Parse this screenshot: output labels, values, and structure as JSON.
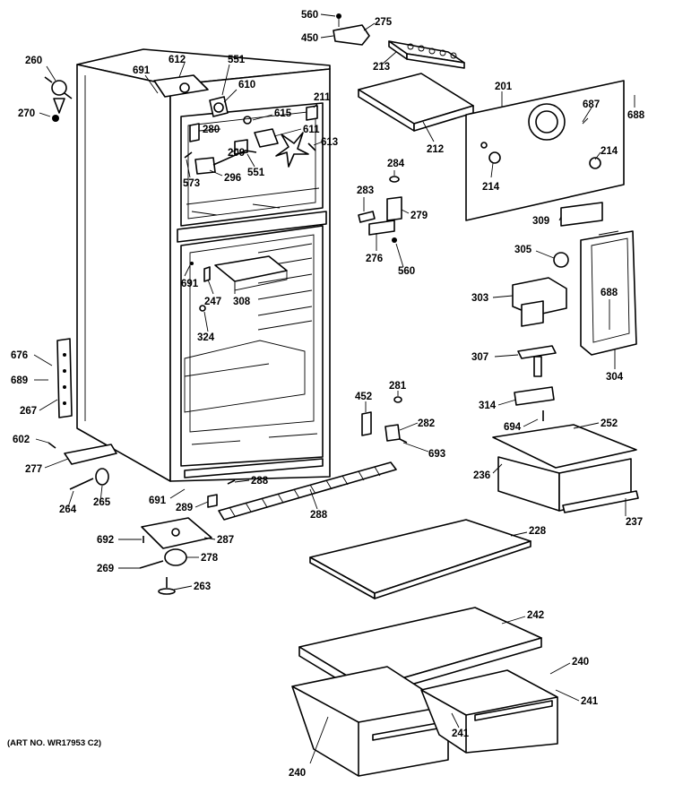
{
  "diagram": {
    "art_number": "(ART NO. WR17953 C2)",
    "parts": [
      {
        "id": "lbl-260",
        "text": "260"
      },
      {
        "id": "lbl-270",
        "text": "270"
      },
      {
        "id": "lbl-691a",
        "text": "691"
      },
      {
        "id": "lbl-612",
        "text": "612"
      },
      {
        "id": "lbl-551a",
        "text": "551"
      },
      {
        "id": "lbl-610",
        "text": "610"
      },
      {
        "id": "lbl-211",
        "text": "211"
      },
      {
        "id": "lbl-615",
        "text": "615"
      },
      {
        "id": "lbl-280",
        "text": "280"
      },
      {
        "id": "lbl-611",
        "text": "611"
      },
      {
        "id": "lbl-613",
        "text": "613"
      },
      {
        "id": "lbl-209",
        "text": "209"
      },
      {
        "id": "lbl-573",
        "text": "573"
      },
      {
        "id": "lbl-296",
        "text": "296"
      },
      {
        "id": "lbl-551b",
        "text": "551"
      },
      {
        "id": "lbl-560a",
        "text": "560"
      },
      {
        "id": "lbl-450",
        "text": "450"
      },
      {
        "id": "lbl-275",
        "text": "275"
      },
      {
        "id": "lbl-213",
        "text": "213"
      },
      {
        "id": "lbl-212",
        "text": "212"
      },
      {
        "id": "lbl-201",
        "text": "201"
      },
      {
        "id": "lbl-687",
        "text": "687"
      },
      {
        "id": "lbl-688a",
        "text": "688"
      },
      {
        "id": "lbl-214a",
        "text": "214"
      },
      {
        "id": "lbl-214b",
        "text": "214"
      },
      {
        "id": "lbl-284",
        "text": "284"
      },
      {
        "id": "lbl-283",
        "text": "283"
      },
      {
        "id": "lbl-279",
        "text": "279"
      },
      {
        "id": "lbl-276",
        "text": "276"
      },
      {
        "id": "lbl-560b",
        "text": "560"
      },
      {
        "id": "lbl-309",
        "text": "309"
      },
      {
        "id": "lbl-305",
        "text": "305"
      },
      {
        "id": "lbl-303",
        "text": "303"
      },
      {
        "id": "lbl-688b",
        "text": "688"
      },
      {
        "id": "lbl-307",
        "text": "307"
      },
      {
        "id": "lbl-304",
        "text": "304"
      },
      {
        "id": "lbl-314",
        "text": "314"
      },
      {
        "id": "lbl-691b",
        "text": "691"
      },
      {
        "id": "lbl-247",
        "text": "247"
      },
      {
        "id": "lbl-308",
        "text": "308"
      },
      {
        "id": "lbl-324",
        "text": "324"
      },
      {
        "id": "lbl-676",
        "text": "676"
      },
      {
        "id": "lbl-689",
        "text": "689"
      },
      {
        "id": "lbl-267",
        "text": "267"
      },
      {
        "id": "lbl-602",
        "text": "602"
      },
      {
        "id": "lbl-277",
        "text": "277"
      },
      {
        "id": "lbl-264",
        "text": "264"
      },
      {
        "id": "lbl-265",
        "text": "265"
      },
      {
        "id": "lbl-691c",
        "text": "691"
      },
      {
        "id": "lbl-288a",
        "text": "288"
      },
      {
        "id": "lbl-289",
        "text": "289"
      },
      {
        "id": "lbl-288b",
        "text": "288"
      },
      {
        "id": "lbl-692",
        "text": "692"
      },
      {
        "id": "lbl-287",
        "text": "287"
      },
      {
        "id": "lbl-269",
        "text": "269"
      },
      {
        "id": "lbl-278",
        "text": "278"
      },
      {
        "id": "lbl-263",
        "text": "263"
      },
      {
        "id": "lbl-452",
        "text": "452"
      },
      {
        "id": "lbl-281",
        "text": "281"
      },
      {
        "id": "lbl-282",
        "text": "282"
      },
      {
        "id": "lbl-693",
        "text": "693"
      },
      {
        "id": "lbl-694",
        "text": "694"
      },
      {
        "id": "lbl-252",
        "text": "252"
      },
      {
        "id": "lbl-236",
        "text": "236"
      },
      {
        "id": "lbl-237",
        "text": "237"
      },
      {
        "id": "lbl-228",
        "text": "228"
      },
      {
        "id": "lbl-242",
        "text": "242"
      },
      {
        "id": "lbl-240a",
        "text": "240"
      },
      {
        "id": "lbl-241a",
        "text": "241"
      },
      {
        "id": "lbl-241b",
        "text": "241"
      },
      {
        "id": "lbl-240b",
        "text": "240"
      }
    ]
  }
}
